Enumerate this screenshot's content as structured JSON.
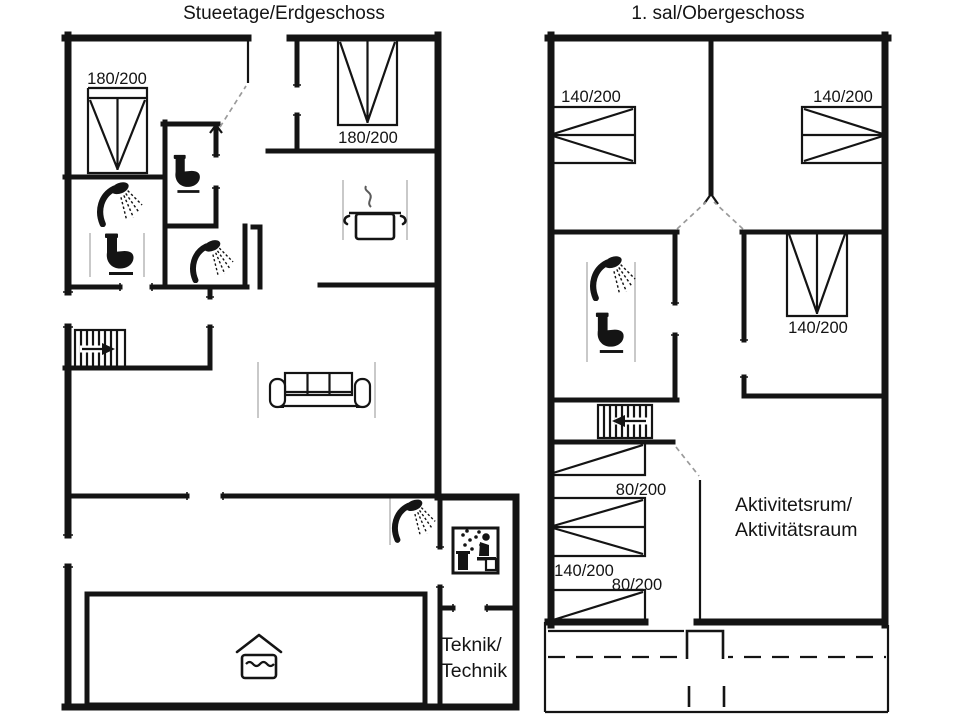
{
  "page": {
    "background": "#ffffff",
    "ink": "#141414",
    "muted_line": "#c9c9c9"
  },
  "floors": {
    "ground": {
      "title": "Stueetage/Erdgeschoss",
      "beds": {
        "bedroom_nw": "180/200",
        "bedroom_ne": "180/200"
      },
      "rooms": {
        "teknik_line1": "Teknik/",
        "teknik_line2": "Technik"
      },
      "icons": [
        "bed-icon",
        "bed-icon",
        "shower-icon",
        "toilet-icon",
        "toilet-icon",
        "shower-icon",
        "stairs-up-icon",
        "stove-pot-icon",
        "sofa-icon",
        "shower-icon",
        "sauna-icon",
        "swimming-pool-icon",
        "door-swing-icon"
      ]
    },
    "upper": {
      "title": "1. sal/Obergeschoss",
      "beds": {
        "bedroom_nw": "140/200",
        "bedroom_ne": "140/200",
        "bedroom_e": "140/200",
        "attic_single_upper": "80/200",
        "attic_double": "140/200",
        "attic_single_lower": "80/200"
      },
      "rooms": {
        "activity_line1": "Aktivitetsrum/",
        "activity_line2": "Aktivitätsraum"
      },
      "icons": [
        "bed-icon",
        "bed-icon",
        "bed-icon",
        "shower-icon",
        "toilet-icon",
        "stairs-down-icon",
        "bed-icon",
        "bed-icon",
        "bed-icon",
        "chimney-icon",
        "door-swing-icon"
      ]
    }
  }
}
